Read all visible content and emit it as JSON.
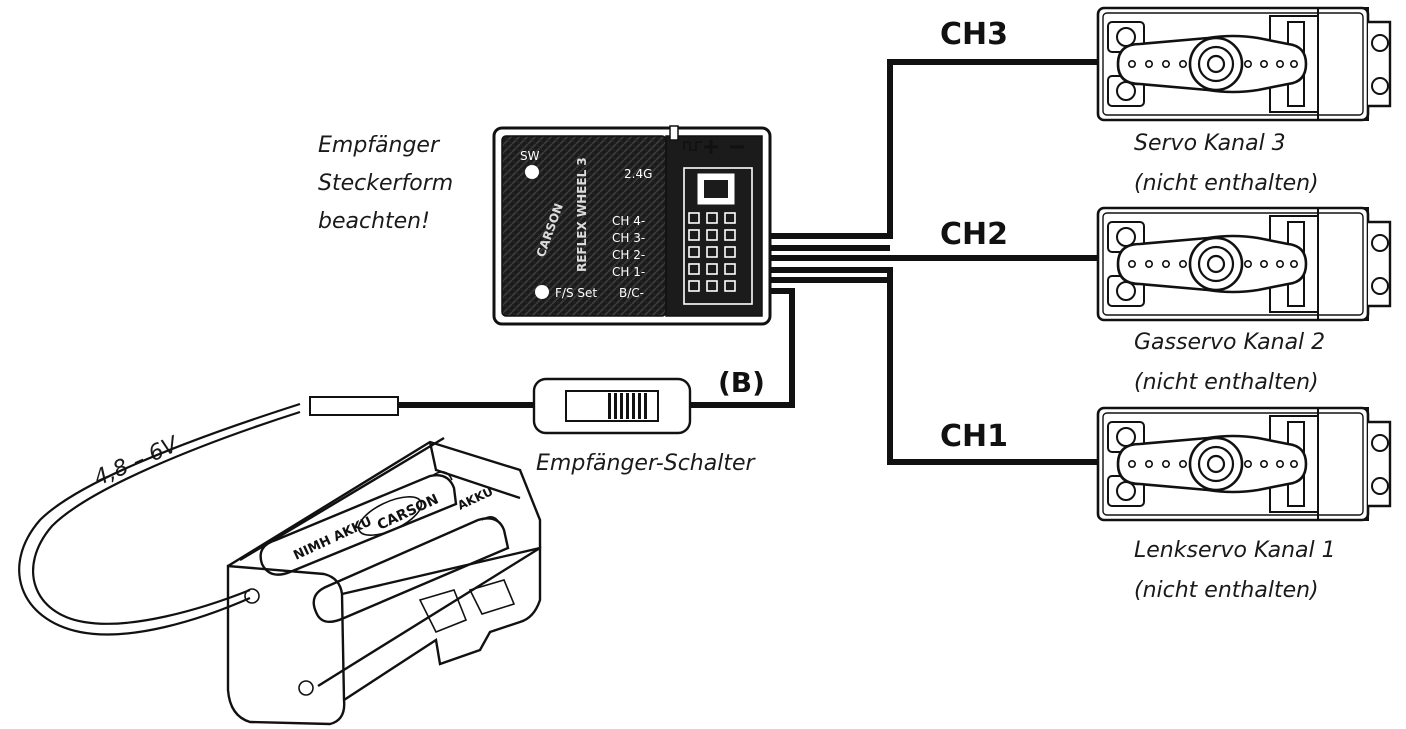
{
  "receiver": {
    "note_lines": [
      "Empfänger",
      "Steckerform",
      "beachten!"
    ],
    "sw_label": "SW",
    "brand": "CARSON",
    "model": "REFLEX WHEEL 3",
    "band": "2.4G",
    "channels": [
      "CH 4-",
      "CH 3-",
      "CH 2-",
      "CH 1-"
    ],
    "bc_label": "B/C-",
    "fs_label": "F/S Set"
  },
  "battery_label": "(B)",
  "voltage_label": "4,8 – 6V",
  "switch_label": "Empfänger-Schalter",
  "battery_box": {
    "brand": "CARSON",
    "cell_text_1": "NIMH AKKU",
    "cell_text_2": "AKKU"
  },
  "servos": [
    {
      "channel": "CH3",
      "caption_line1": "Servo Kanal 3",
      "caption_line2": "(nicht enthalten)"
    },
    {
      "channel": "CH2",
      "caption_line1": "Gasservo Kanal 2",
      "caption_line2": "(nicht enthalten)"
    },
    {
      "channel": "CH1",
      "caption_line1": "Lenkservo Kanal 1",
      "caption_line2": "(nicht enthalten)"
    }
  ]
}
